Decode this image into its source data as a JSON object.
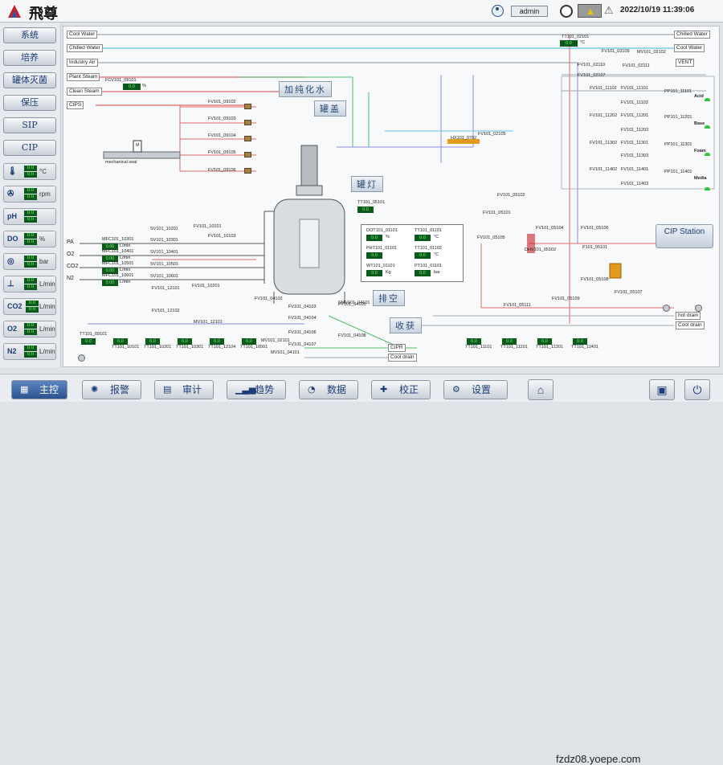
{
  "header": {
    "brand": "飛尊",
    "user": "admin",
    "datetime": "2022/10/19 11:39:06"
  },
  "sidebar": {
    "buttons": [
      "系统",
      "培养",
      "罐体灭菌",
      "保压",
      "SIP",
      "CIP"
    ],
    "measures": [
      {
        "icon": "thermometer-icon",
        "v1": "0.0",
        "v2": "0.0",
        "unit": "°C"
      },
      {
        "icon": "fan-icon",
        "v1": "0.0",
        "v2": "0.0",
        "unit": "rpm"
      },
      {
        "icon": "ph-label",
        "label": "pH",
        "v1": "0.0",
        "v2": "0.0",
        "unit": ""
      },
      {
        "icon": "do-label",
        "label": "DO",
        "v1": "0.0",
        "v2": "0.0",
        "unit": "%"
      },
      {
        "icon": "pressure-gauge-icon",
        "v1": "0.0",
        "v2": "0.0",
        "unit": "bar"
      },
      {
        "icon": "valve-icon",
        "v1": "0.0",
        "v2": "0.0",
        "unit": "L/min"
      },
      {
        "icon": "co2-label",
        "label": "CO2",
        "v1": "0.0",
        "v2": "0.0",
        "unit": "L/min"
      },
      {
        "icon": "o2-label",
        "label": "O2",
        "v1": "0.0",
        "v2": "0.0",
        "unit": "L/min"
      },
      {
        "icon": "n2-label",
        "label": "N2",
        "v1": "0.0",
        "v2": "0.0",
        "unit": "L/min"
      }
    ]
  },
  "diagram": {
    "pipe_labels_left": [
      "Cool Water",
      "Chilled Water",
      "Industry Air",
      "Plant Steam",
      "Clean Steam",
      "CIPS"
    ],
    "pipe_labels_right": [
      "Chilled Water",
      "Cool Water",
      "VENT"
    ],
    "section_labels": {
      "pure_water": "加纯化水",
      "tank_lid": "罐盖",
      "tank_lamp": "罐灯",
      "drain": "排空",
      "harvest": "收获"
    },
    "mech_seal": "mechanical seal",
    "motor": "M",
    "fcv": {
      "tag": "FCV101_09101",
      "value": "0.0",
      "unit": "%"
    },
    "left_gases": [
      "PA",
      "O2",
      "CO2",
      "N2"
    ],
    "mfc": [
      {
        "tag": "MFC101_10301",
        "value": "0.00",
        "unit": "L/min"
      },
      {
        "tag": "MFC101_10401",
        "value": "0.00",
        "unit": "L/min"
      },
      {
        "tag": "MFC101_10501",
        "value": "0.00",
        "unit": "L/min"
      },
      {
        "tag": "MFC101_10601",
        "value": "0.00",
        "unit": "L/min"
      }
    ],
    "sv": [
      "SV101_10201",
      "SV101_10301",
      "SV101_10401",
      "SV101_10501",
      "SV101_10601"
    ],
    "fv_feed": [
      "FV101_09102",
      "FV101_09103",
      "FV101_09104",
      "FV101_09105",
      "FV101_09106"
    ],
    "tt_top": {
      "tag": "TT101_02101",
      "value": "0.0",
      "unit": "°C"
    },
    "vent_valves": [
      "FV101_02109",
      "MV101_02102",
      "FV101_02110",
      "FV101_02111",
      "FV101_02107"
    ],
    "right_valves": [
      "FV101_11102",
      "FV101_11101",
      "FV101_11103",
      "FV101_11202",
      "FV101_11201",
      "FV101_11203",
      "FV101_11302",
      "FV101_11301",
      "FV101_11303",
      "FV101_11402",
      "FV101_11401",
      "FV101_11403"
    ],
    "pp": [
      {
        "tag": "PP101_11101",
        "name": "Acid"
      },
      {
        "tag": "PP101_11201",
        "name": "Base"
      },
      {
        "tag": "PP101_11301",
        "name": "Foam"
      },
      {
        "tag": "PP101_11401",
        "name": "Media"
      }
    ],
    "tt_small": {
      "tag": "TT101_05101",
      "value": "0.0"
    },
    "hx": "HX101_0702",
    "fv_mid": [
      "FV101_02105",
      "FV101_05102",
      "FV101_05101",
      "FV101_05104",
      "FV101_05106",
      "FV101_05105",
      "FV101_05108",
      "FV101_05107",
      "FV101_05109",
      "FV101_05111"
    ],
    "cip_station": "CIP Station",
    "dhv": "DHV101_05102",
    "pump": "P101_05101",
    "info": [
      {
        "label": "DOT101_01101",
        "value": "0.0",
        "unit": "%"
      },
      {
        "label": "TT101_01101",
        "value": "0.0",
        "unit": "°C"
      },
      {
        "label": "PHT101_01101",
        "value": "0.0",
        "unit": ""
      },
      {
        "label": "TT101_01102",
        "value": "0.0",
        "unit": "°C"
      },
      {
        "label": "WT101_01101",
        "value": "0.0",
        "unit": "Kg"
      },
      {
        "label": "PT101_01101",
        "value": "0.0",
        "unit": "bar"
      }
    ],
    "bottom_tt": [
      {
        "tag": "TT101_09101",
        "value": "0.0"
      },
      {
        "tag": "TT101_10101",
        "value": "0.0"
      },
      {
        "tag": "TT101_10201",
        "value": "0.0"
      },
      {
        "tag": "TT101_10301",
        "value": "0.0"
      },
      {
        "tag": "TT101_12104",
        "value": "0.0"
      },
      {
        "tag": "TT101_10501",
        "value": "0.0"
      },
      {
        "tag": "TT101_11101",
        "value": "0.0"
      },
      {
        "tag": "TT101_11201",
        "value": "0.0"
      },
      {
        "tag": "TT101_11301",
        "value": "0.0"
      },
      {
        "tag": "TT101_11401",
        "value": "0.0"
      }
    ],
    "drain_labels": [
      "hot drain",
      "Cool drain",
      "CIPR",
      "Cool drain"
    ],
    "misc_valves": [
      "FV101_12101",
      "FV101_12102",
      "MV101_12101",
      "FV101_04102",
      "FV101_04103",
      "FV101_04104",
      "FV101_04105",
      "FV101_04106",
      "FV101_04107",
      "FV101_04108",
      "MV101_02101",
      "MV101_04101",
      "FV101_10101",
      "FV101_10103",
      "FV101_10201",
      "SMV101_04101"
    ]
  },
  "nav": {
    "buttons": [
      {
        "icon": "home-list-icon",
        "label": "主控"
      },
      {
        "icon": "alarm-icon",
        "label": "报警"
      },
      {
        "icon": "audit-icon",
        "label": "审计"
      },
      {
        "icon": "trend-icon",
        "label": "趋势"
      },
      {
        "icon": "data-icon",
        "label": "数据"
      },
      {
        "icon": "calibrate-icon",
        "label": "校正"
      },
      {
        "icon": "settings-icon",
        "label": "设置"
      }
    ],
    "watermark": "fzdz08.yoepe.com"
  }
}
